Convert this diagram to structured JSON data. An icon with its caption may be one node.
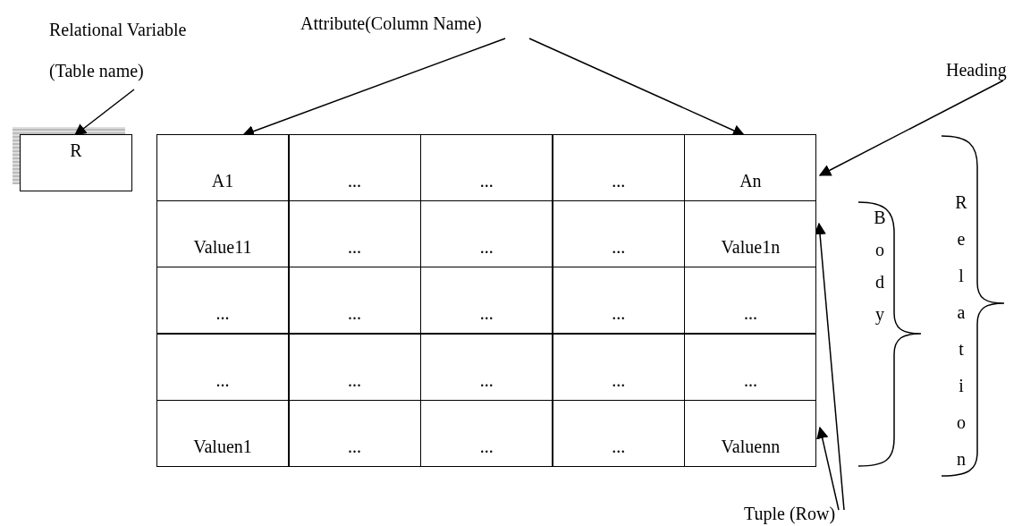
{
  "diagram": {
    "nodes": [
      {
        "text": [
          "Relational Variable (Table name)"
        ]
      },
      {
        "text": [
          "R"
        ]
      },
      {
        "text": [
          "Attribute(Column Name)"
        ]
      },
      {
        "text": [
          "A1"
        ]
      },
      {
        "text": [
          "An"
        ]
      },
      {
        "text": [
          "Heading"
        ]
      },
      {
        "text": [
          "Value1n"
        ]
      },
      {
        "text": [
          "Valuenn"
        ]
      },
      {
        "text": [
          "Tuple (Row)"
        ]
      }
    ],
    "edges": [
      {
        "from": 0,
        "to": 1,
        "arrow": "to"
      },
      {
        "from": 2,
        "to": 3,
        "arrow": "to"
      },
      {
        "from": 2,
        "to": 4,
        "arrow": "to"
      },
      {
        "from": 5,
        "to": 4,
        "arrow": "to"
      },
      {
        "from": 8,
        "to": 6,
        "arrow": "to"
      },
      {
        "from": 8,
        "to": 7,
        "arrow": "to"
      }
    ],
    "labels": [
      "...",
      "...",
      "...",
      "Value11",
      "...",
      "...",
      "...",
      "...",
      "...",
      "...",
      "...",
      "...",
      "...",
      "...",
      "...",
      "...",
      "...",
      "Valuen1",
      "...",
      "...",
      "...",
      "Body",
      "Relation"
    ]
  }
}
